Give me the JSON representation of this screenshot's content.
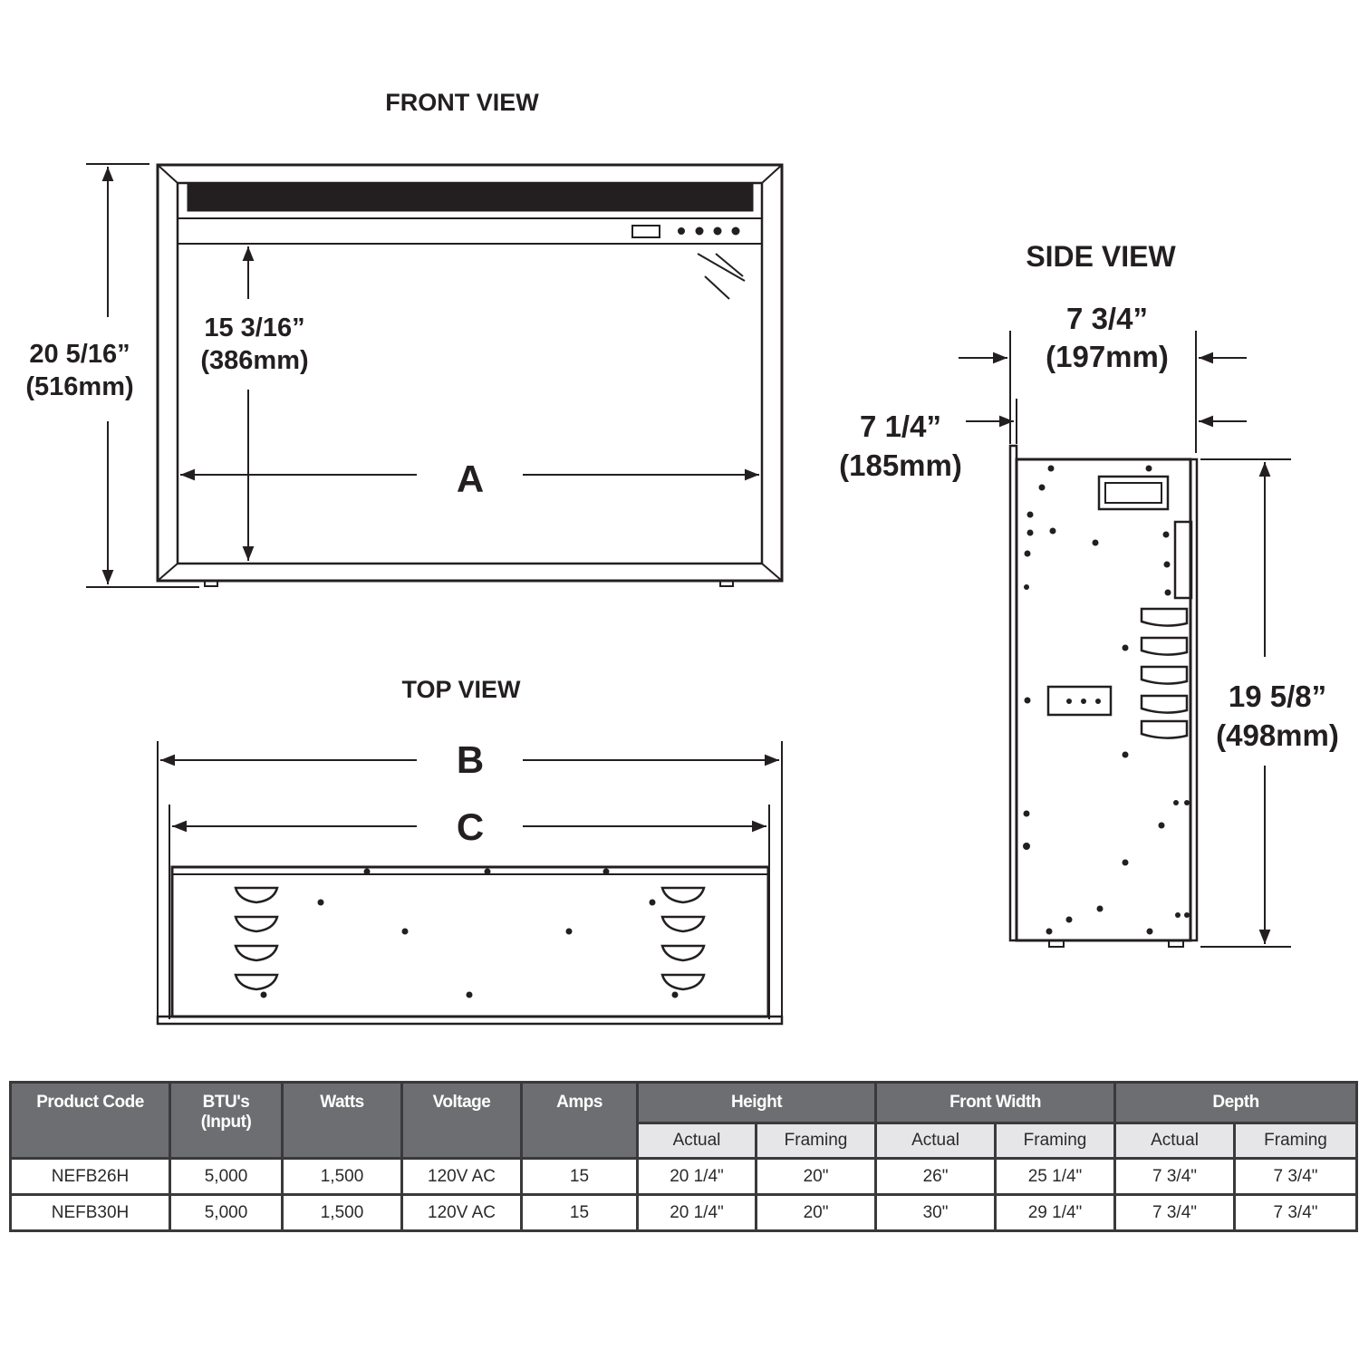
{
  "front_view": {
    "title": "FRONT VIEW",
    "overall_height_in": "20 5/16”",
    "overall_height_mm": "(516mm)",
    "glass_height_in": "15 3/16”",
    "glass_height_mm": "(386mm)",
    "width_label": "A"
  },
  "top_view": {
    "title": "TOP VIEW",
    "width_b_label": "B",
    "width_c_label": "C"
  },
  "side_view": {
    "title": "SIDE VIEW",
    "depth_in": "7 3/4”",
    "depth_mm": "(197mm)",
    "body_depth_in": "7 1/4”",
    "body_depth_mm": "(185mm)",
    "height_in": "19 5/8”",
    "height_mm": "(498mm)"
  },
  "table": {
    "headers": [
      "Product Code",
      "BTU's",
      "(Input)",
      "Watts",
      "Voltage",
      "Amps",
      "Height",
      "Front Width",
      "Depth"
    ],
    "subheaders": [
      "Actual",
      "Framing",
      "Actual",
      "Framing",
      "Actual",
      "Framing"
    ],
    "rows": [
      [
        "NEFB26H",
        "5,000",
        "1,500",
        "120V AC",
        "15",
        "20 1/4\"",
        "20\"",
        "26\"",
        "25 1/4\"",
        "7 3/4\"",
        "7 3/4\""
      ],
      [
        "NEFB30H",
        "5,000",
        "1,500",
        "120V AC",
        "15",
        "20 1/4\"",
        "20\"",
        "30\"",
        "29 1/4\"",
        "7 3/4\"",
        "7 3/4\""
      ]
    ],
    "header_color": "#6d6e71",
    "subheader_color": "#e6e6e8"
  }
}
